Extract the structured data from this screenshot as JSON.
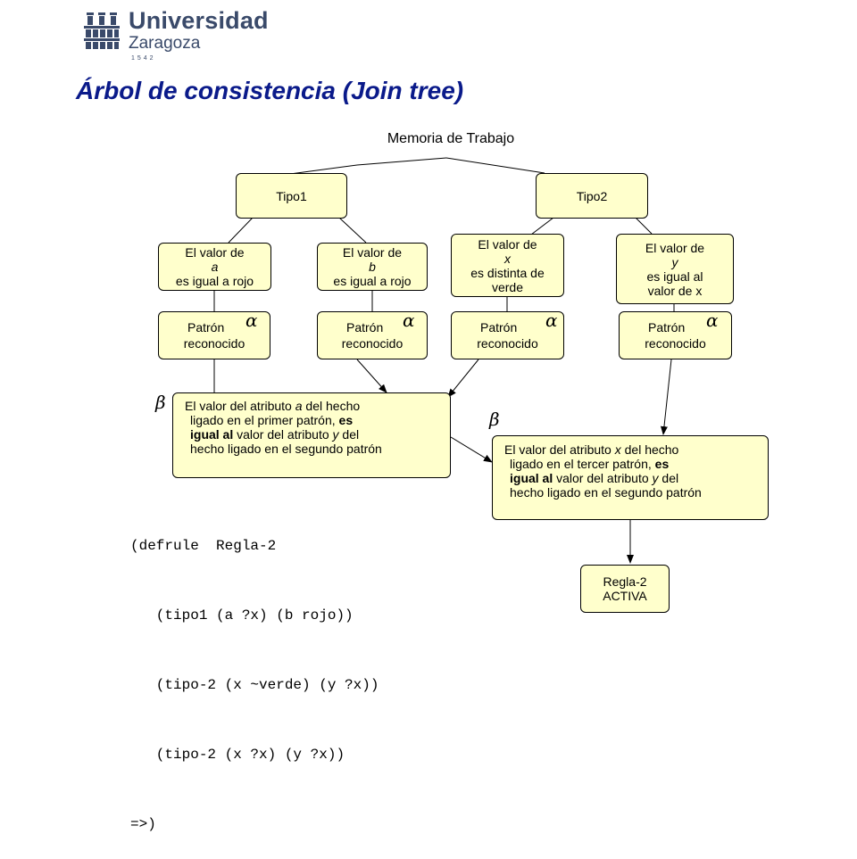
{
  "logo": {
    "name": "Universidad",
    "city": "Zaragoza",
    "year": "1542"
  },
  "title": "Árbol de consistencia (Join tree)",
  "root": "Memoria de Trabajo",
  "types": [
    "Tipo1",
    "Tipo2"
  ],
  "conditions": {
    "a": {
      "l1_pre": "El  valor de ",
      "l1_var": "a",
      "l2": "es igual a rojo"
    },
    "b": {
      "l1_pre": "El  valor de ",
      "l1_var": "b",
      "l2": "es igual a rojo"
    },
    "x": {
      "l1_pre": "El  valor de ",
      "l1_var": "x",
      "l2": "es distinta de",
      "l3": "verde"
    },
    "y": {
      "l1_pre": "El  valor de ",
      "l1_var": "y",
      "l2": "es igual al",
      "l3": "valor de x"
    }
  },
  "pattern": {
    "word": "Patrón",
    "word2": "reconocido",
    "symbol": "α"
  },
  "beta_symbol": "β",
  "join1": {
    "l1_pre": "El valor del atributo ",
    "l1_var": "a",
    "l1_post": " del hecho",
    "l2_pre": "ligado  en el primer patrón, ",
    "l2_bold": "es",
    "l3_bold": "igual al",
    "l3_pre": " valor del atributo ",
    "l3_var": "y",
    "l3_post": "  del",
    "l4": "hecho ligado en el segundo patrón"
  },
  "join2": {
    "l1_pre": "El valor del atributo ",
    "l1_var": "x",
    "l1_post": " del hecho",
    "l2_pre": "ligado  en el tercer patrón, ",
    "l2_bold": "es",
    "l3_bold": "igual al",
    "l3_pre": " valor del atributo ",
    "l3_var": "y",
    "l3_post": "  del",
    "l4": "hecho ligado en el segundo patrón"
  },
  "rule": {
    "l1": "Regla-2",
    "l2": "ACTIVA"
  },
  "code": [
    "(defrule  Regla-2",
    "   (tipo1 (a ?x) (b rojo))",
    "   (tipo-2 (x ~verde) (y ?x))",
    "   (tipo-2 (x ?x) (y ?x))",
    "=>)"
  ]
}
